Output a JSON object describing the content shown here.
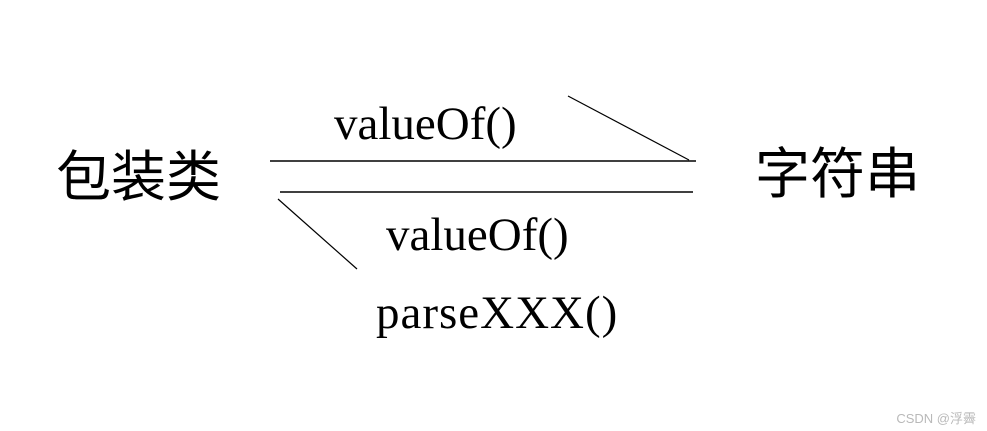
{
  "diagram": {
    "left_node": {
      "label": "包装类"
    },
    "right_node": {
      "label": "字符串"
    },
    "forward_arrow": {
      "label": "valueOf()",
      "direction": "left-to-right"
    },
    "backward_arrow": {
      "labels": [
        "valueOf()",
        "parseXXX()"
      ],
      "direction": "right-to-left"
    },
    "colors": {
      "background": "#ffffff",
      "line": "#000000",
      "text": "#000000",
      "watermark": "#b9b9b9"
    }
  },
  "watermark": {
    "text": "CSDN @浮霽"
  }
}
